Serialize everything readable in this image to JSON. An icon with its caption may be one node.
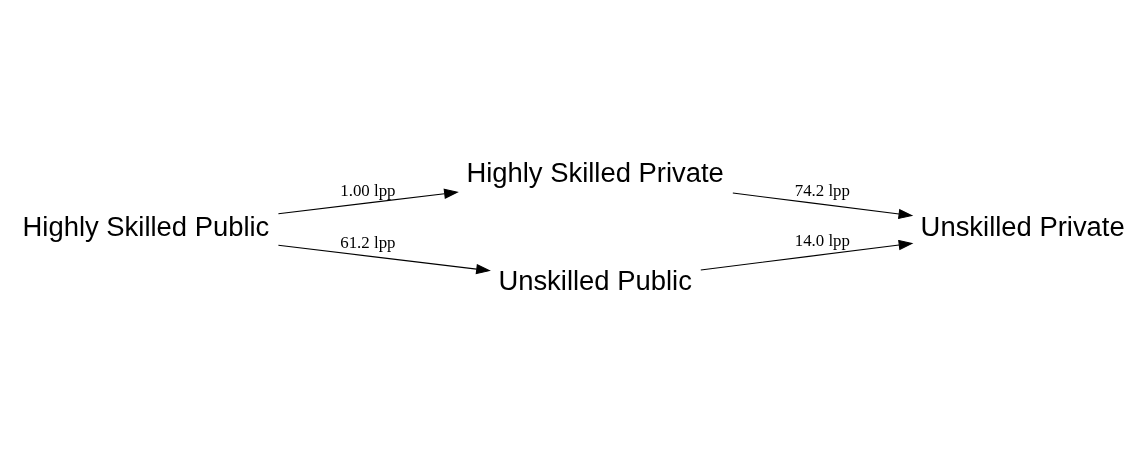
{
  "diagram": {
    "nodes": [
      {
        "text": [
          "Highly Skilled Public"
        ]
      },
      {
        "text": [
          "Highly Skilled Private"
        ]
      },
      {
        "text": [
          "Unskilled Public"
        ]
      },
      {
        "text": [
          "Unskilled Private"
        ]
      }
    ],
    "edges": [
      {
        "from": 0,
        "to": 1,
        "arrow": "to",
        "label": "1.00 lpp"
      },
      {
        "from": 1,
        "to": 3,
        "arrow": "to",
        "label": "74.2 lpp"
      },
      {
        "from": 0,
        "to": 2,
        "arrow": "to",
        "label": "61.2 lpp"
      },
      {
        "from": 2,
        "to": 3,
        "arrow": "to",
        "label": "14.0 lpp"
      }
    ]
  }
}
